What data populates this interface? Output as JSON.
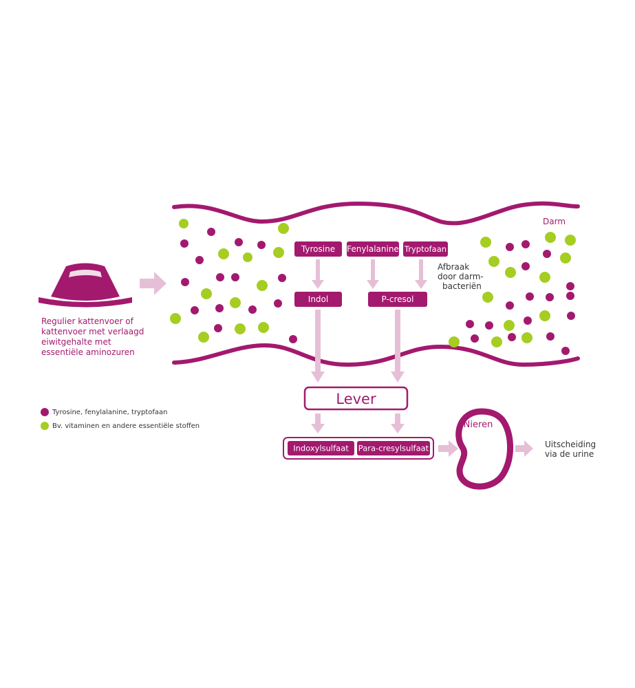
{
  "colors": {
    "magenta": "#a3196e",
    "lime": "#a6cd22",
    "arrow": "#e6bfd6",
    "text_dark": "#333333",
    "white": "#ffffff"
  },
  "labels": {
    "darm": "Darm",
    "afbraak_1": "Afbraak",
    "afbraak_2": "door darm-",
    "afbraak_3": "bacteriën",
    "food_1": "Regulier kattenvoer of",
    "food_2": "kattenvoer met verlaagd",
    "food_3": "eiwitgehalte met",
    "food_4": "essentiële aminozuren",
    "lever": "Lever",
    "nieren": "Nieren",
    "excretion_1": "Uitscheiding",
    "excretion_2": "via de urine"
  },
  "amino_boxes": [
    "Tyrosine",
    "Fenylalanine",
    "Tryptofaan"
  ],
  "intermediate_boxes": [
    "Indol",
    "P-cresol"
  ],
  "toxin_boxes": [
    "Indoxylsulfaat",
    "Para-cresylsulfaat"
  ],
  "legend": [
    {
      "label": "Tyrosine, fenylalanine, tryptofaan",
      "color": "#a3196e"
    },
    {
      "label": "Bv. vitaminen en andere essentiële stoffen",
      "color": "#a6cd22"
    }
  ]
}
